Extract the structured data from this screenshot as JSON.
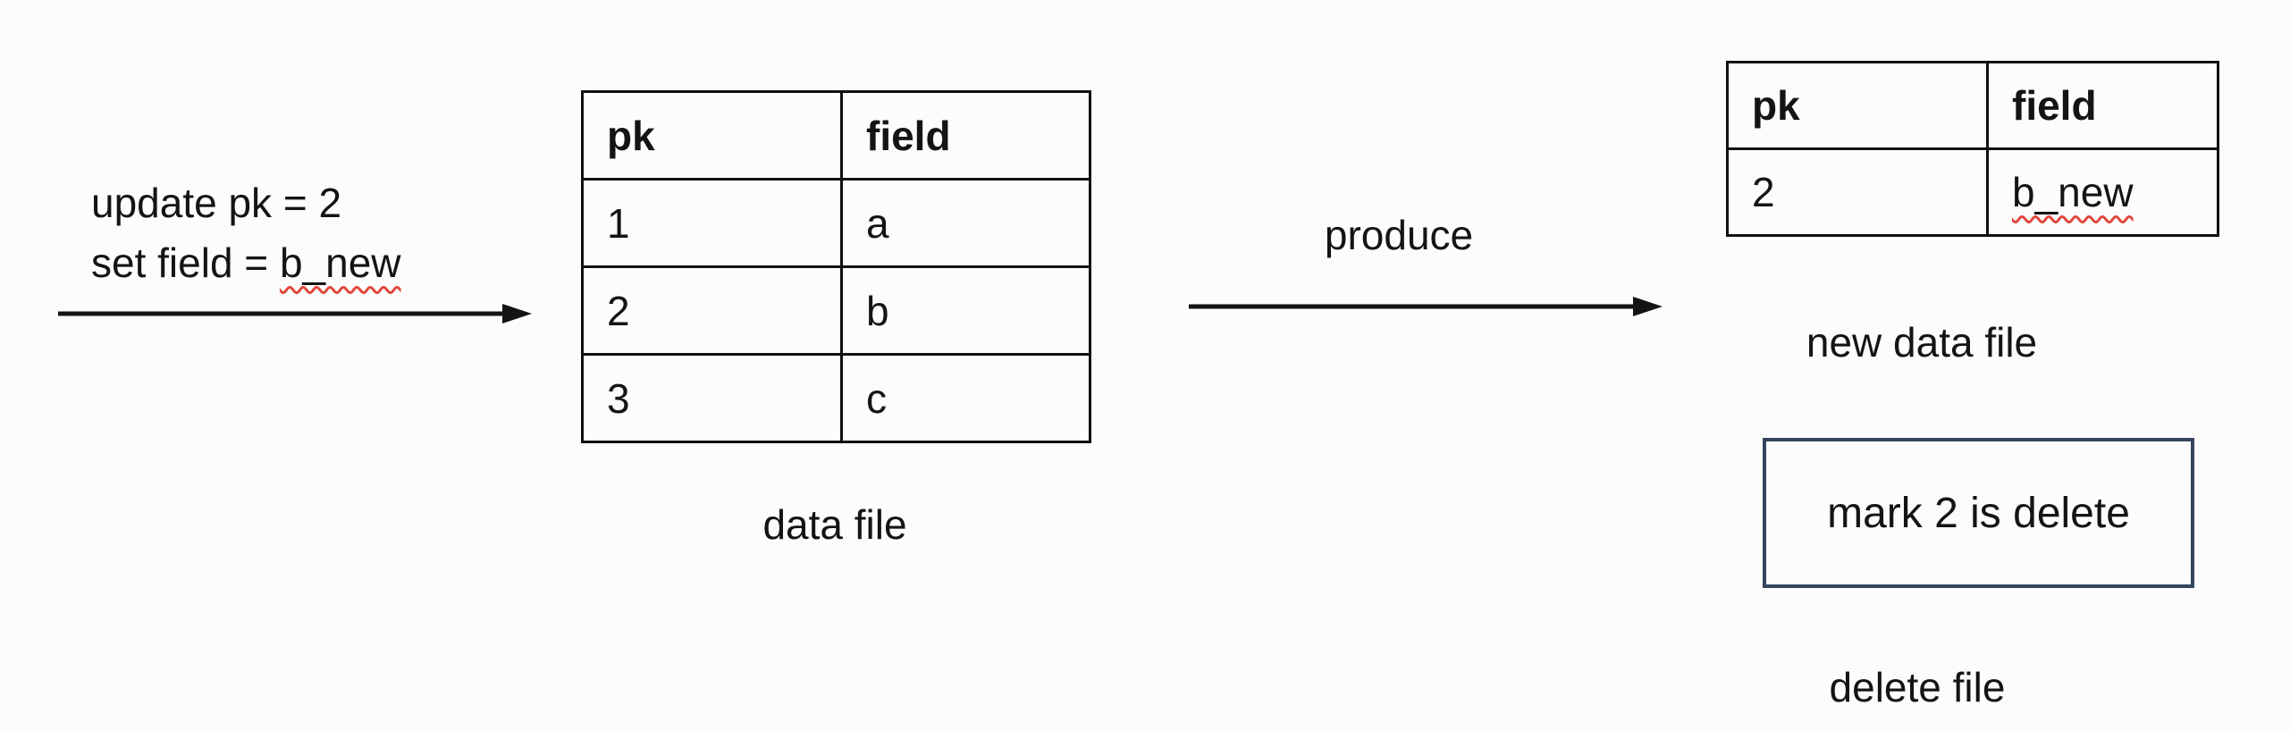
{
  "diagram": {
    "background_color": "#fcfcfc",
    "text_color": "#141414",
    "table_border_color": "#111111",
    "arrow_color": "#141414",
    "delete_box_border_color": "#35455e",
    "spellcheck_squiggle_color": "#e0473b"
  },
  "left_instruction": {
    "line1": "update pk = 2",
    "line2_prefix": "set field = ",
    "line2_misspelled": "b_new"
  },
  "produce_arrow": {
    "label": "produce"
  },
  "data_file_table": {
    "headers": [
      "pk",
      "field"
    ],
    "rows": [
      [
        "1",
        "a"
      ],
      [
        "2",
        "b"
      ],
      [
        "3",
        "c"
      ]
    ],
    "caption": "data file"
  },
  "new_data_file_table": {
    "headers": [
      "pk",
      "field"
    ],
    "row": [
      "2",
      "b_new"
    ],
    "caption": "new data file"
  },
  "delete_file": {
    "box_text": "mark 2 is delete",
    "caption": "delete file"
  }
}
